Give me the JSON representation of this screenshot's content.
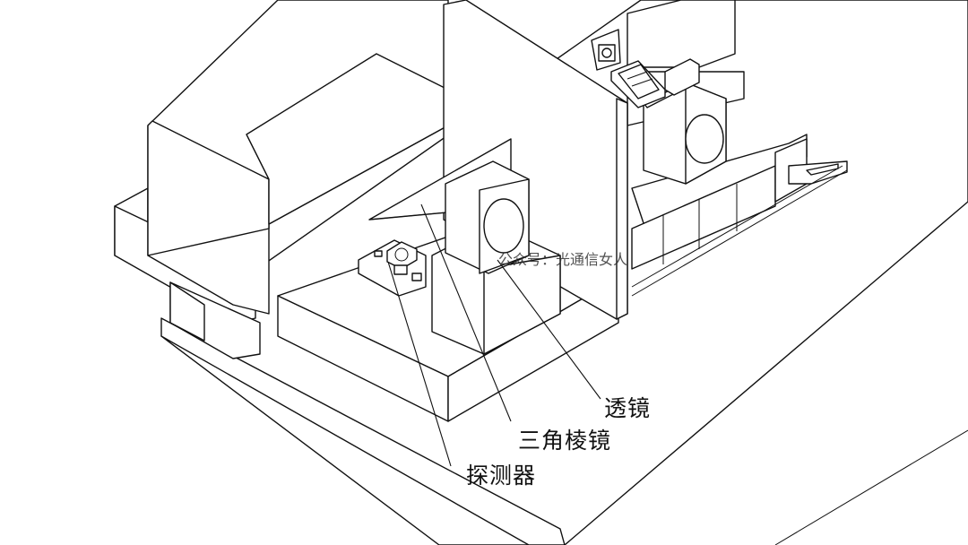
{
  "watermark": "公众号：光通信女人",
  "labels": {
    "lens": "透镜",
    "prism": "三角棱镜",
    "detector": "探测器"
  },
  "colors": {
    "line": "#111111",
    "background": "#ffffff"
  }
}
